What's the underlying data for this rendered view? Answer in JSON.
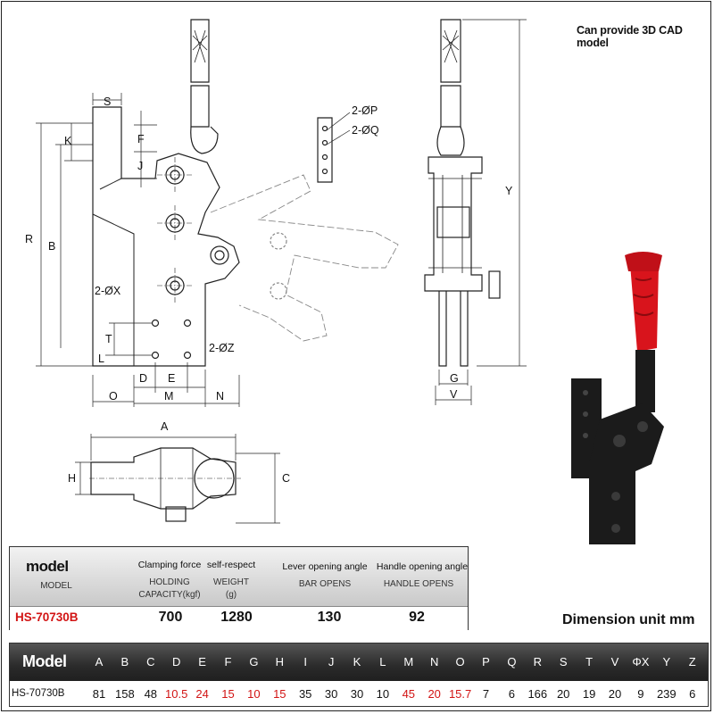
{
  "note": "Can provide 3D CAD model",
  "unit_note": "Dimension unit mm",
  "drawing_labels": {
    "S": "S",
    "K": "K",
    "F": "F",
    "J": "J",
    "R": "R",
    "B": "B",
    "ox": "2-ØX",
    "oz": "2-ØZ",
    "op": "2-ØP",
    "oq": "2-ØQ",
    "T": "T",
    "L": "L",
    "D": "D",
    "E": "E",
    "O": "O",
    "M": "M",
    "N": "N",
    "A": "A",
    "H": "H",
    "C": "C",
    "Y": "Y",
    "G": "G",
    "V": "V"
  },
  "spec": {
    "model_label": "model",
    "model_sub": "MODEL",
    "force_label": "Clamping force",
    "force_sub1": "HOLDING",
    "force_sub2": "CAPACITY(kgf)",
    "weight_label": "self-respect",
    "weight_sub1": "WEIGHT",
    "weight_sub2": "(g)",
    "bar_label": "Lever opening angle",
    "bar_sub": "BAR OPENS",
    "handle_label": "Handle opening angle",
    "handle_sub": "HANDLE OPENS",
    "model": "HS-70730B",
    "force": "700",
    "weight": "1280",
    "bar": "130",
    "handle": "92"
  },
  "dimensions": {
    "header_label": "Model",
    "model": "HS-70730B",
    "columns": [
      {
        "key": "A",
        "value": "81",
        "red": false
      },
      {
        "key": "B",
        "value": "158",
        "red": false
      },
      {
        "key": "C",
        "value": "48",
        "red": false
      },
      {
        "key": "D",
        "value": "10.5",
        "red": true
      },
      {
        "key": "E",
        "value": "24",
        "red": true
      },
      {
        "key": "F",
        "value": "15",
        "red": true
      },
      {
        "key": "G",
        "value": "10",
        "red": true
      },
      {
        "key": "H",
        "value": "15",
        "red": true
      },
      {
        "key": "I",
        "value": "35",
        "red": false
      },
      {
        "key": "J",
        "value": "30",
        "red": false
      },
      {
        "key": "K",
        "value": "30",
        "red": false
      },
      {
        "key": "L",
        "value": "10",
        "red": false
      },
      {
        "key": "M",
        "value": "45",
        "red": true
      },
      {
        "key": "N",
        "value": "20",
        "red": true
      },
      {
        "key": "O",
        "value": "15.7",
        "red": true
      },
      {
        "key": "P",
        "value": "7",
        "red": false
      },
      {
        "key": "Q",
        "value": "6",
        "red": false
      },
      {
        "key": "R",
        "value": "166",
        "red": false
      },
      {
        "key": "S",
        "value": "20",
        "red": false
      },
      {
        "key": "T",
        "value": "19",
        "red": false
      },
      {
        "key": "V",
        "value": "20",
        "red": false
      },
      {
        "key": "ΦX",
        "value": "9",
        "red": false
      },
      {
        "key": "Y",
        "value": "239",
        "red": false
      },
      {
        "key": "Z",
        "value": "6",
        "red": false
      }
    ]
  },
  "colors": {
    "accent_red": "#d21414",
    "grip_red": "#d8141c",
    "body_black": "#1b1b1b"
  }
}
